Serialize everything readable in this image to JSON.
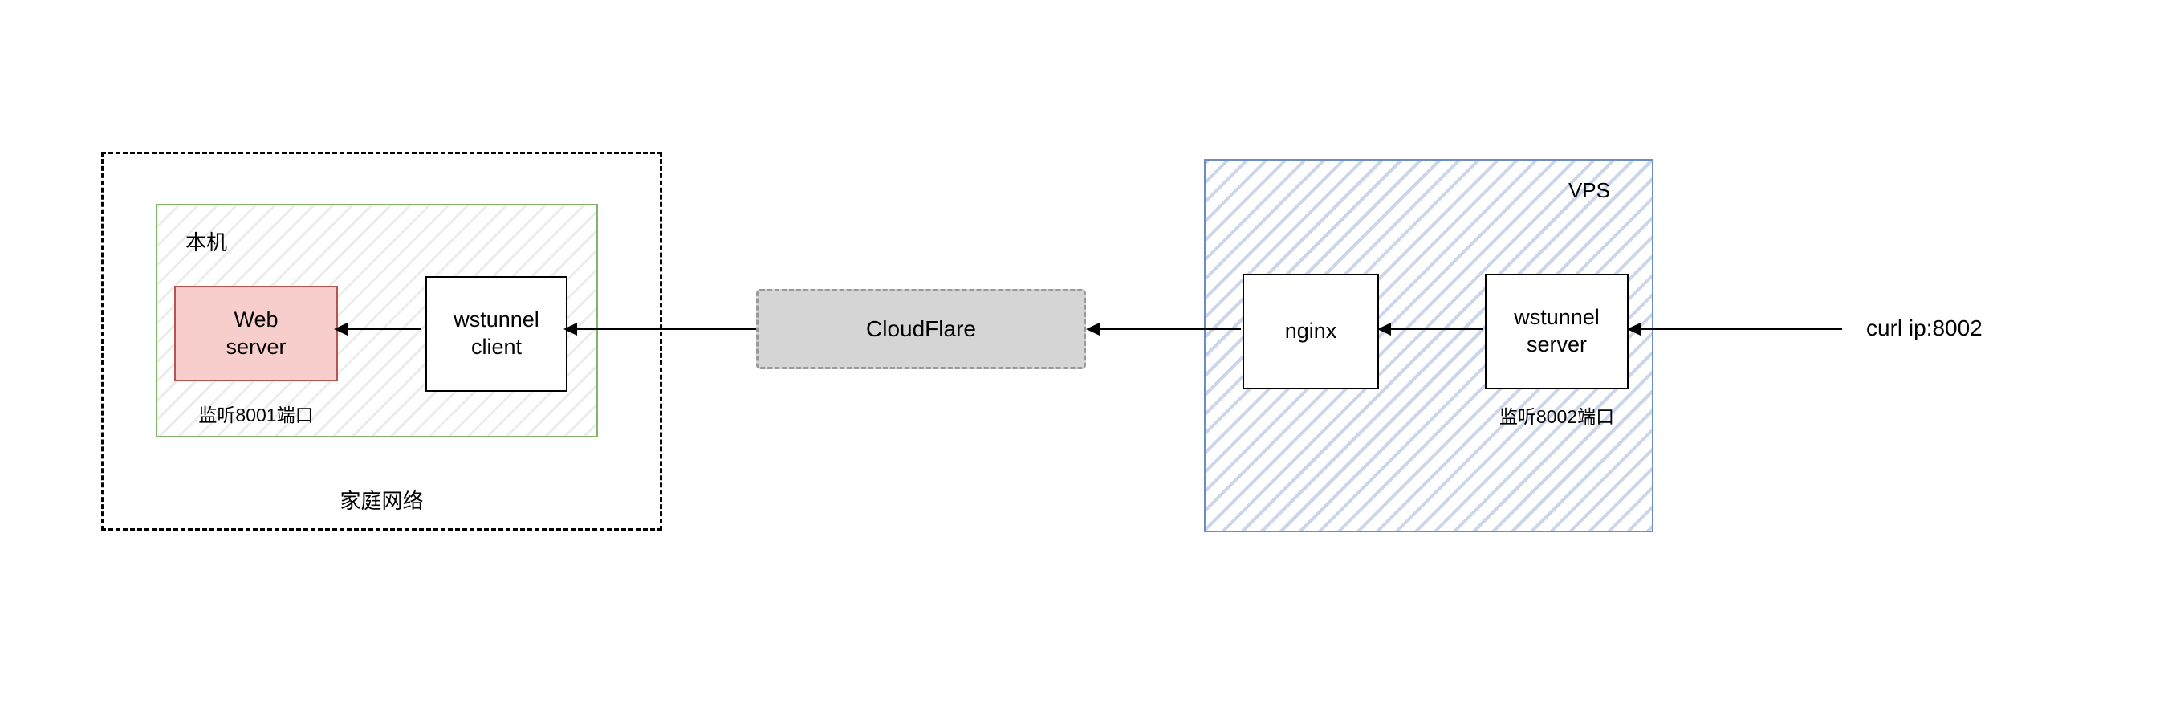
{
  "diagram": {
    "home_network": {
      "label": "家庭网络"
    },
    "local_machine": {
      "label": "本机"
    },
    "web_server": {
      "label": "Web\nserver",
      "caption": "监听8001端口"
    },
    "wstunnel_client": {
      "label": "wstunnel\nclient"
    },
    "cloudflare": {
      "label": "CloudFlare"
    },
    "vps": {
      "label": "VPS"
    },
    "nginx": {
      "label": "nginx"
    },
    "wstunnel_server": {
      "label": "wstunnel\nserver",
      "caption": "监听8002端口"
    },
    "curl": {
      "label": "curl ip:8002"
    },
    "colors": {
      "web_server_fill": "#f8cecc",
      "web_server_border": "#b85450",
      "local_machine_border": "#82b366",
      "vps_border": "#6c8ebf",
      "vps_hatch": "#dae8fc",
      "cloudflare_fill": "#d5d5d5",
      "cloudflare_border": "#999999",
      "outline_color": "#000000",
      "arrow_color": "#000000"
    }
  }
}
